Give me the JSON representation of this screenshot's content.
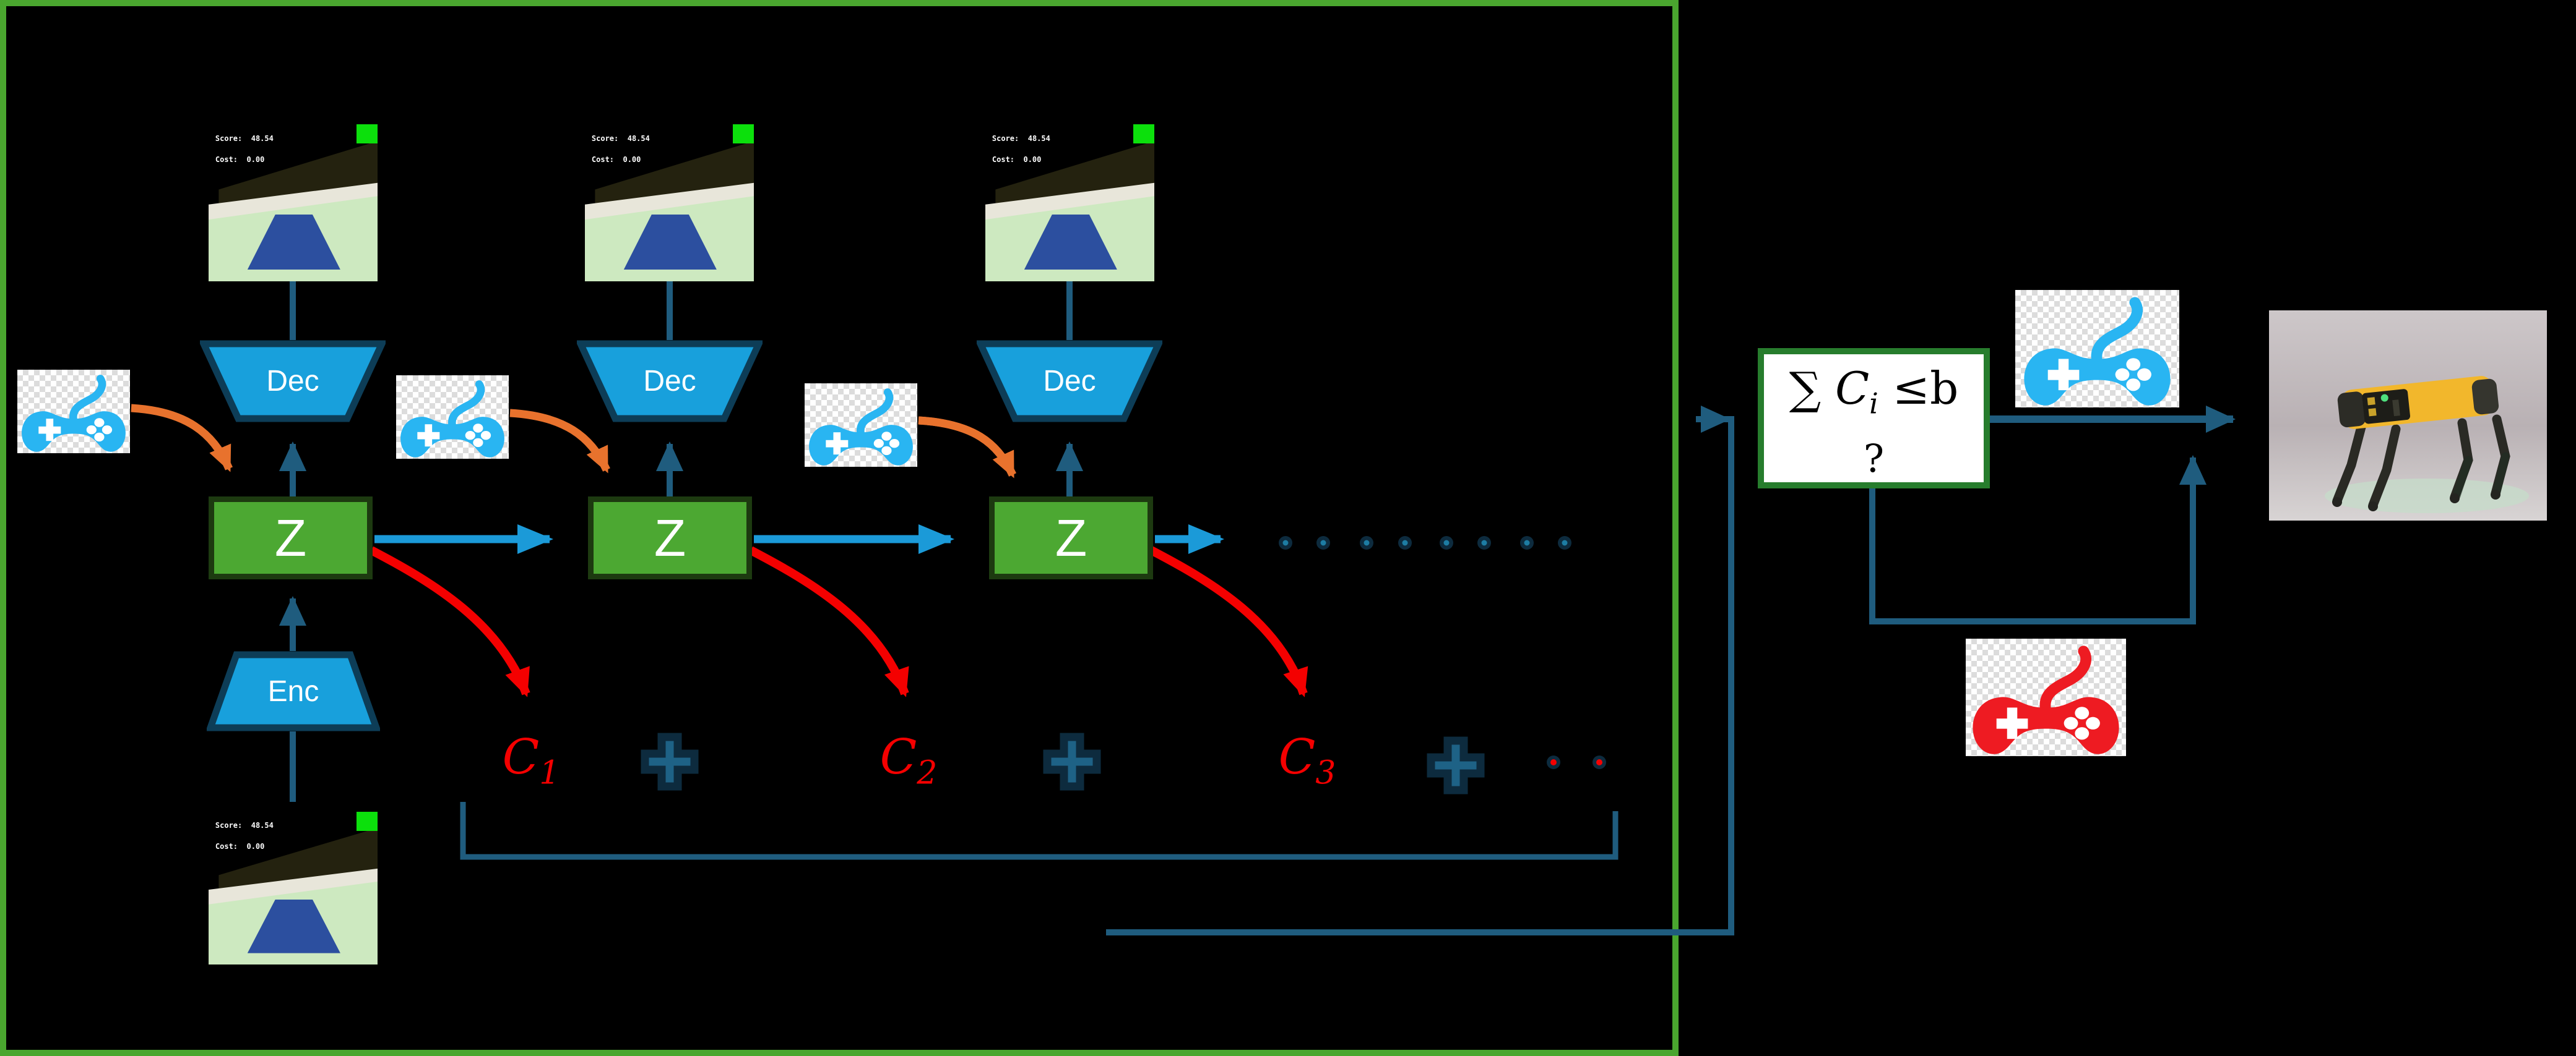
{
  "world_model": {
    "decoder_label": "Dec",
    "encoder_label": "Enc",
    "latent_label": "Z",
    "thumb_hud": {
      "score_label": "Score:",
      "score_value": "48.54",
      "cost_label": "Cost:",
      "cost_value": "0.00"
    },
    "cost_terms": [
      {
        "base": "C",
        "sub": "1"
      },
      {
        "base": "C",
        "sub": "2"
      },
      {
        "base": "C",
        "sub": "3"
      }
    ]
  },
  "constraint": {
    "sigma": "∑",
    "cost_base": "C",
    "cost_sub": "i",
    "inequality": "≤",
    "budget": "b",
    "question": "?"
  },
  "icons": {
    "gamepad_blue": "gamepad-icon",
    "gamepad_red": "gamepad-icon",
    "plus": "plus-icon",
    "ellipsis_blue_dots": "dot-row",
    "ellipsis_red_dots": "dot-row",
    "robot_photo": "spot-robot-image"
  },
  "colors": {
    "frame_green": "#4aa62f",
    "latent_green": "#4ca832",
    "codec_blue": "#18a0dc",
    "codec_border": "#0d3d57",
    "arrow_steel": "#1f5c7e",
    "arrow_bright": "#1b9ad8",
    "arrow_orange": "#e8722d",
    "cost_red": "#f40000",
    "gamepad_blue": "#29b5f2",
    "gamepad_red": "#ee1b22",
    "constraint_border": "#277d2d",
    "thumb_badge_green": "#0ce00c",
    "thumb_platform_blue": "#2c4f9f"
  }
}
